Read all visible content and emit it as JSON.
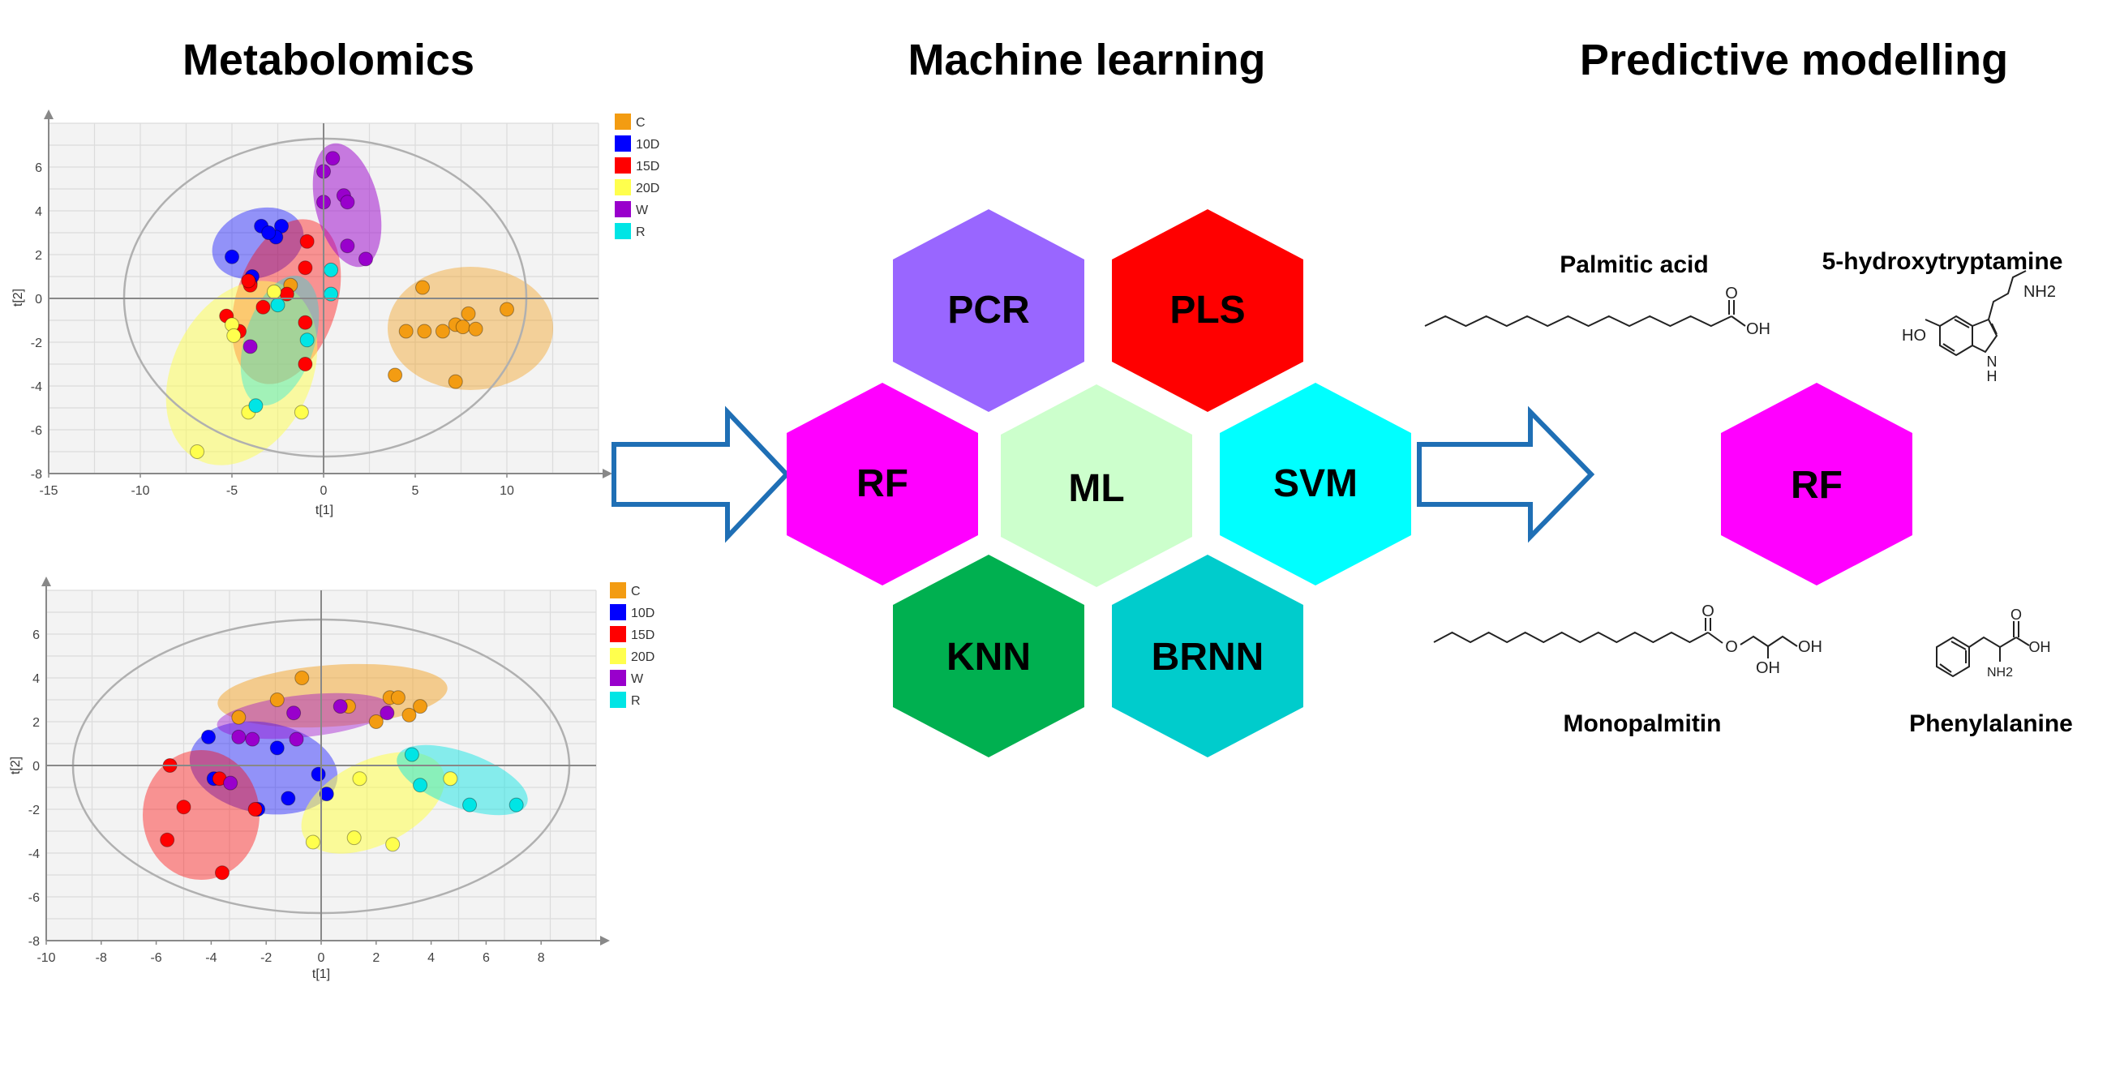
{
  "titles": {
    "metabolomics": "Metabolomics",
    "machine_learning": "Machine learning",
    "predictive": "Predictive modelling"
  },
  "colors": {
    "C": "#f39c12",
    "10D": "#0000ff",
    "15D": "#ff0000",
    "20D": "#ffff4d",
    "W": "#9900cc",
    "R": "#00e5e5",
    "hex_PCR": "#9966ff",
    "hex_PLS": "#ff0000",
    "hex_RF": "#ff00ff",
    "hex_ML": "#ccffcc",
    "hex_SVM": "#00ffff",
    "hex_KNN": "#00b050",
    "hex_BRNN": "#00cccc",
    "arrow": "#1f6fb5"
  },
  "legend": [
    "C",
    "10D",
    "15D",
    "20D",
    "W",
    "R"
  ],
  "ml_methods": {
    "pcr": "PCR",
    "pls": "PLS",
    "rf": "RF",
    "ml": "ML",
    "svm": "SVM",
    "knn": "KNN",
    "brnn": "BRNN",
    "result": "RF"
  },
  "molecules": {
    "palmitic": "Palmitic acid",
    "serotonin": "5-hydroxytryptamine",
    "monopalmitin": "Monopalmitin",
    "phenylalanine": "Phenylalanine"
  },
  "atoms": {
    "O": "O",
    "OH": "OH",
    "HO": "HO",
    "NH2": "NH2",
    "H": "H",
    "N": "N"
  },
  "chart_data": [
    {
      "type": "scatter",
      "xlabel": "t[1]",
      "ylabel": "t[2]",
      "xlim": [
        -15,
        15
      ],
      "ylim": [
        -8,
        8
      ],
      "xticks": [
        -15,
        -10,
        -5,
        0,
        5,
        10
      ],
      "yticks": [
        -8,
        -6,
        -4,
        -2,
        0,
        2,
        4,
        6
      ],
      "grid": true,
      "legend_position": "right",
      "series": [
        {
          "name": "C",
          "points": [
            [
              5.4,
              0.5
            ],
            [
              4.5,
              -1.5
            ],
            [
              5.5,
              -1.5
            ],
            [
              6.5,
              -1.5
            ],
            [
              7.2,
              -1.2
            ],
            [
              7.6,
              -1.3
            ],
            [
              7.9,
              -0.7
            ],
            [
              8.3,
              -1.4
            ],
            [
              10,
              -0.5
            ],
            [
              7.2,
              -3.8
            ],
            [
              3.9,
              -3.5
            ],
            [
              -1.8,
              0.6
            ]
          ]
        },
        {
          "name": "10D",
          "points": [
            [
              -3.4,
              3.3
            ],
            [
              -2.3,
              3.3
            ],
            [
              -2.6,
              2.8
            ],
            [
              -3.0,
              3.0
            ],
            [
              -5.0,
              1.9
            ],
            [
              -3.9,
              1.0
            ],
            [
              -4.0,
              0.7
            ]
          ]
        },
        {
          "name": "15D",
          "points": [
            [
              -0.9,
              2.6
            ],
            [
              -1.0,
              1.4
            ],
            [
              -4.0,
              0.6
            ],
            [
              -5.3,
              -0.8
            ],
            [
              -4.6,
              -1.5
            ],
            [
              -1.0,
              -1.1
            ],
            [
              -1.0,
              -3.0
            ],
            [
              -2.0,
              0.2
            ],
            [
              -3.3,
              -0.4
            ],
            [
              -4.1,
              0.8
            ]
          ]
        },
        {
          "name": "20D",
          "points": [
            [
              -5.0,
              -1.2
            ],
            [
              -4.9,
              -1.7
            ],
            [
              -4.1,
              -5.2
            ],
            [
              -1.2,
              -5.2
            ],
            [
              -6.9,
              -7.0
            ],
            [
              -2.7,
              0.3
            ]
          ]
        },
        {
          "name": "W",
          "points": [
            [
              0.5,
              6.4
            ],
            [
              0.0,
              5.8
            ],
            [
              1.1,
              4.7
            ],
            [
              1.3,
              4.4
            ],
            [
              0.0,
              4.4
            ],
            [
              1.3,
              2.4
            ],
            [
              2.3,
              1.8
            ],
            [
              -4.0,
              -2.2
            ]
          ]
        },
        {
          "name": "R",
          "points": [
            [
              0.4,
              1.3
            ],
            [
              0.4,
              0.2
            ],
            [
              -3.7,
              -4.9
            ],
            [
              -0.9,
              -1.9
            ],
            [
              -2.5,
              -0.3
            ]
          ]
        }
      ]
    },
    {
      "type": "scatter",
      "xlabel": "t[1]",
      "ylabel": "t[2]",
      "xlim": [
        -10,
        10
      ],
      "ylim": [
        -8,
        8
      ],
      "xticks": [
        -10,
        -8,
        -6,
        -4,
        -2,
        0,
        2,
        4,
        6,
        8
      ],
      "yticks": [
        -8,
        -6,
        -4,
        -2,
        0,
        2,
        4,
        6
      ],
      "grid": true,
      "legend_position": "right",
      "series": [
        {
          "name": "C",
          "points": [
            [
              -0.7,
              4.0
            ],
            [
              -1.6,
              3.0
            ],
            [
              -3.0,
              2.2
            ],
            [
              1.0,
              2.7
            ],
            [
              2.5,
              3.1
            ],
            [
              2.8,
              3.1
            ],
            [
              3.6,
              2.7
            ],
            [
              3.2,
              2.3
            ],
            [
              2.0,
              2.0
            ]
          ]
        },
        {
          "name": "10D",
          "points": [
            [
              -4.1,
              1.3
            ],
            [
              -1.6,
              0.8
            ],
            [
              -3.9,
              -0.6
            ],
            [
              -0.1,
              -0.4
            ],
            [
              -1.2,
              -1.5
            ],
            [
              -2.3,
              -2.0
            ],
            [
              0.2,
              -1.3
            ]
          ]
        },
        {
          "name": "15D",
          "points": [
            [
              -5.5,
              0.0
            ],
            [
              -5.0,
              -1.9
            ],
            [
              -5.6,
              -3.4
            ],
            [
              -3.6,
              -4.9
            ],
            [
              -2.4,
              -2.0
            ],
            [
              -3.7,
              -0.6
            ]
          ]
        },
        {
          "name": "20D",
          "points": [
            [
              1.4,
              -0.6
            ],
            [
              4.7,
              -0.6
            ],
            [
              -0.3,
              -3.5
            ],
            [
              1.2,
              -3.3
            ],
            [
              2.6,
              -3.6
            ]
          ]
        },
        {
          "name": "W",
          "points": [
            [
              -3.0,
              1.3
            ],
            [
              -1.0,
              2.4
            ],
            [
              -0.9,
              1.2
            ],
            [
              0.7,
              2.7
            ],
            [
              2.4,
              2.4
            ],
            [
              -3.3,
              -0.8
            ],
            [
              -2.5,
              1.2
            ]
          ]
        },
        {
          "name": "R",
          "points": [
            [
              3.3,
              0.5
            ],
            [
              3.6,
              -0.9
            ],
            [
              5.4,
              -1.8
            ],
            [
              7.1,
              -1.8
            ]
          ]
        }
      ]
    }
  ]
}
